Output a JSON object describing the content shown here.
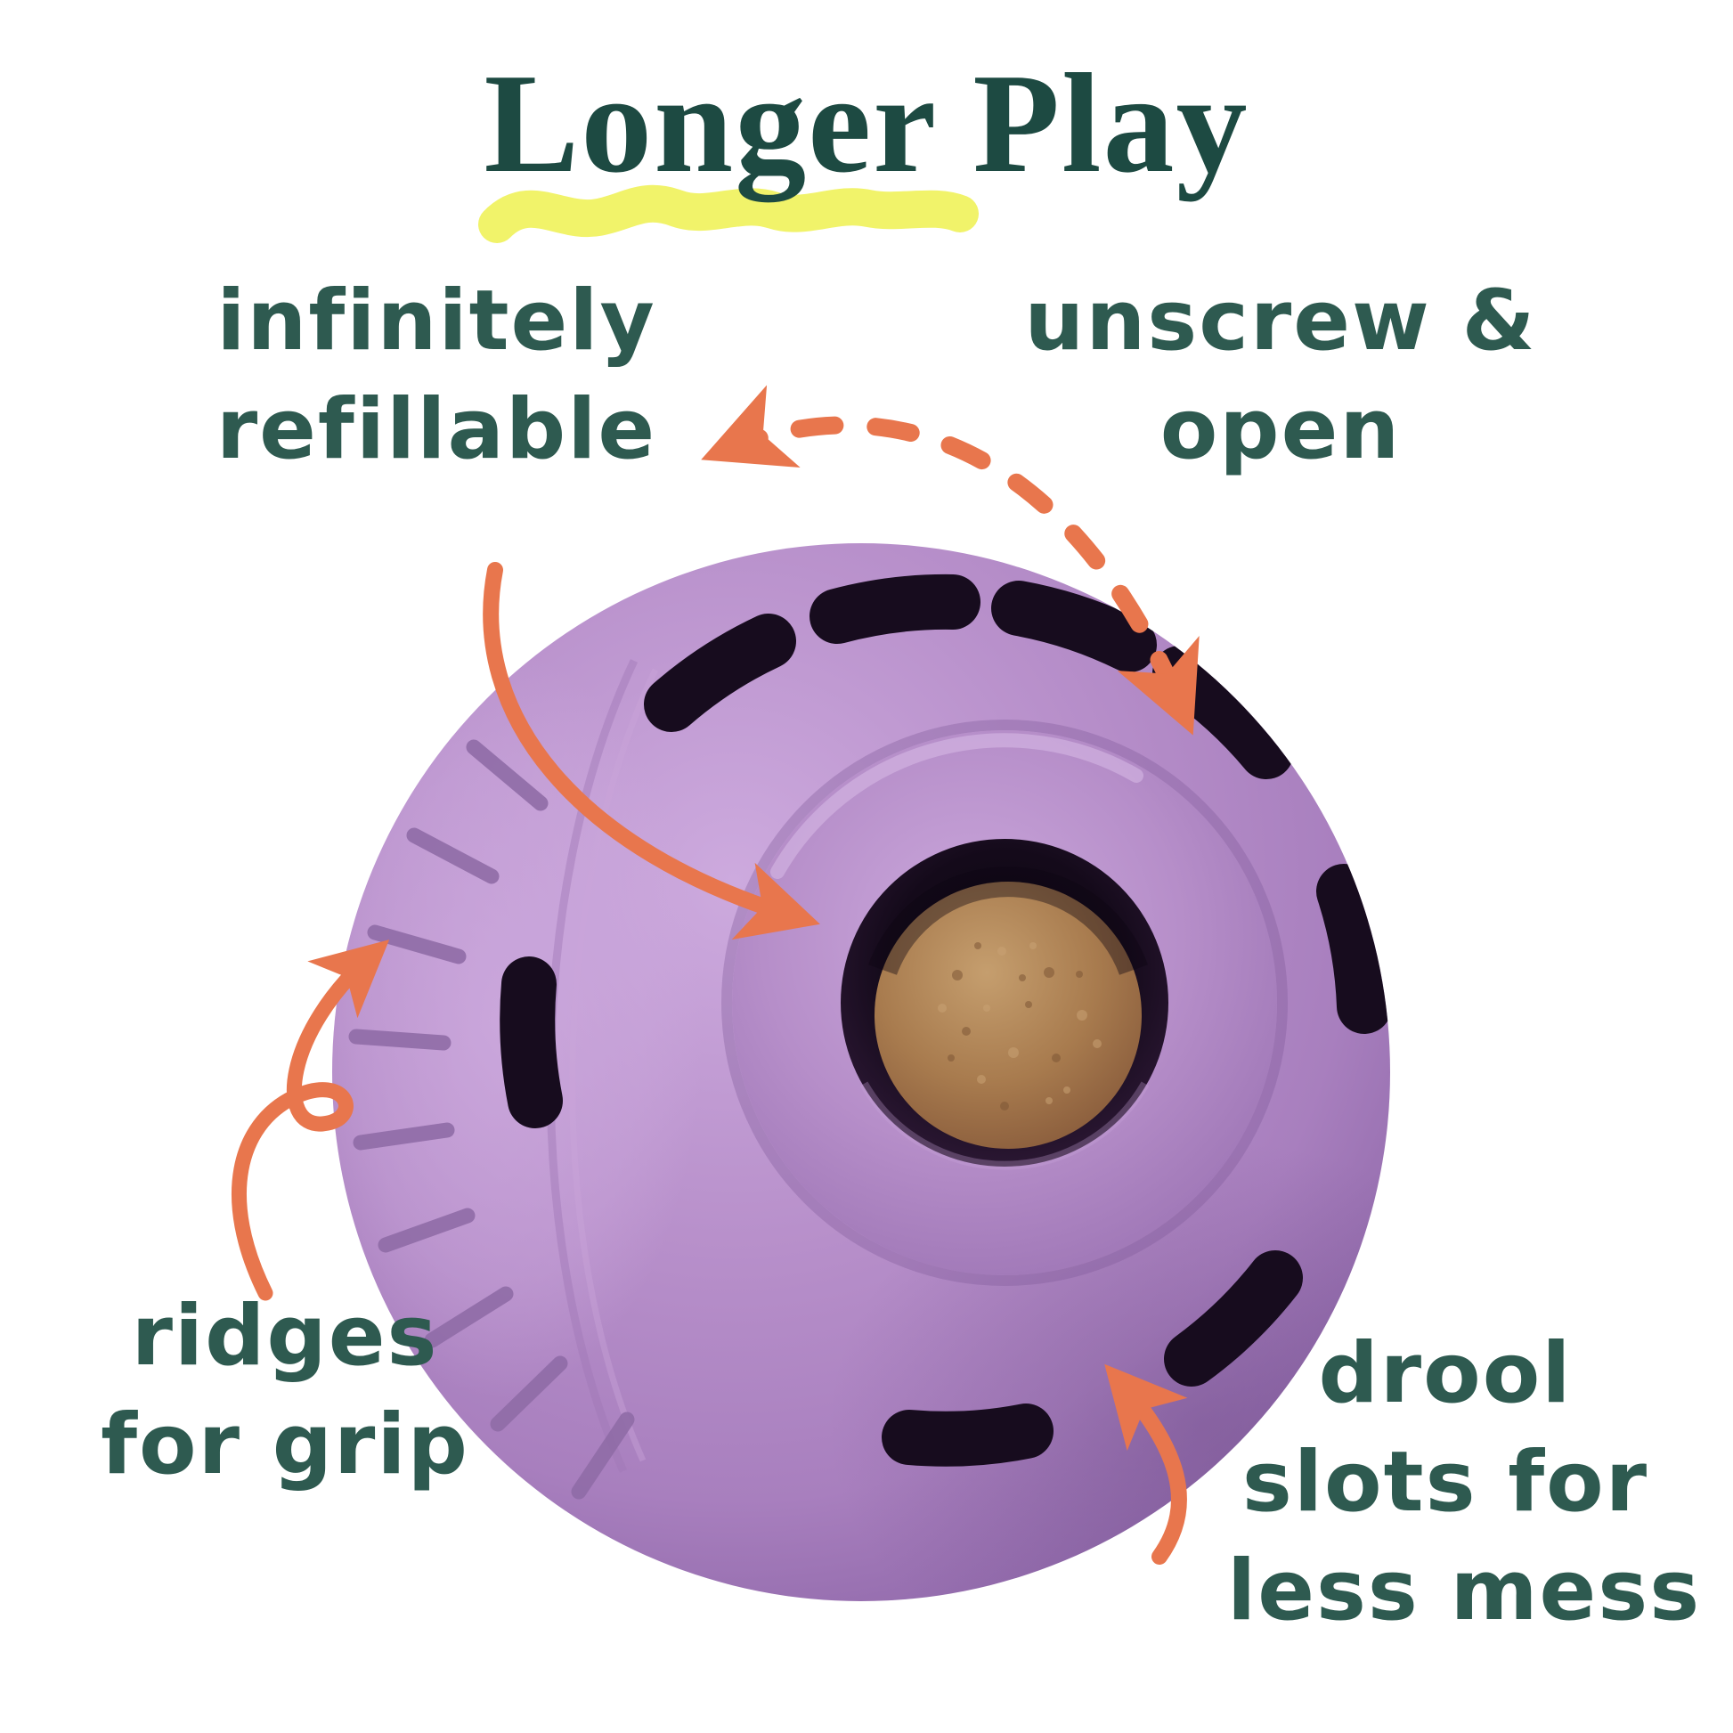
{
  "title": {
    "text": "Longer Play"
  },
  "callouts": {
    "refillable": {
      "lines": [
        "infinitely",
        "refillable"
      ]
    },
    "unscrew": {
      "lines": [
        "unscrew &",
        "open"
      ]
    },
    "ridges": {
      "lines": [
        "ridges",
        "for grip"
      ]
    },
    "drool": {
      "lines": [
        "drool",
        "slots for",
        "less mess"
      ]
    }
  },
  "colors": {
    "heading_teal": "#1d4a42",
    "label_teal": "#2e5a50",
    "arrow_orange": "#e8764d",
    "underline_yellow": "#f1f36a",
    "ball_purple": "#b58cc8",
    "ball_highlight": "#cdaade",
    "ball_shadow": "#8a63a5",
    "slot_dark": "#170c1e",
    "treat_brown": "#a87b4e",
    "background": "#ffffff"
  },
  "illustration": {
    "name": "treat-ball",
    "description": "purple rubber treat-dispensing ball with brown treat visible through center opening"
  }
}
